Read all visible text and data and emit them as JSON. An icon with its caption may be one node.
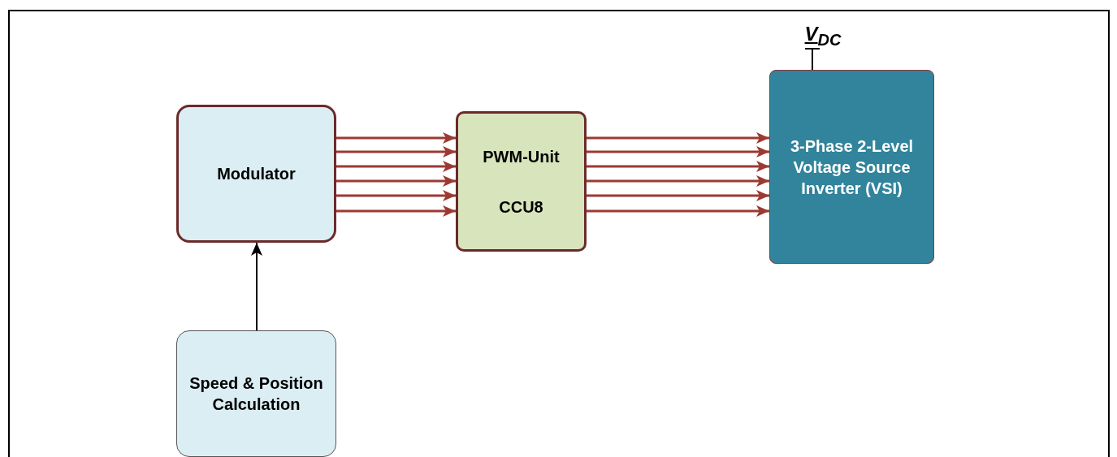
{
  "diagram": {
    "nodes": [
      {
        "text": [
          "Modulator"
        ]
      },
      {
        "text": [
          "PWM-Unit",
          "CCU8"
        ]
      },
      {
        "text": [
          "3-Phase 2-Level Voltage Source Inverter (VSI)"
        ]
      },
      {
        "text": [
          "Speed & Position Calculation"
        ]
      },
      {
        "text": [
          "V$_{DC}$"
        ]
      }
    ],
    "edges": [
      {
        "from": 0,
        "to": 1,
        "arrow": "to"
      },
      {
        "from": 0,
        "to": 1,
        "arrow": "to"
      },
      {
        "from": 0,
        "to": 1,
        "arrow": "to"
      },
      {
        "from": 0,
        "to": 1,
        "arrow": "to"
      },
      {
        "from": 0,
        "to": 1,
        "arrow": "to"
      },
      {
        "from": 0,
        "to": 1,
        "arrow": "to"
      },
      {
        "from": 1,
        "to": 2,
        "arrow": "to"
      },
      {
        "from": 1,
        "to": 2,
        "arrow": "to"
      },
      {
        "from": 1,
        "to": 2,
        "arrow": "to"
      },
      {
        "from": 1,
        "to": 2,
        "arrow": "to"
      },
      {
        "from": 1,
        "to": 2,
        "arrow": "to"
      },
      {
        "from": 1,
        "to": 2,
        "arrow": "to"
      },
      {
        "from": 3,
        "to": 0,
        "arrow": "to",
        "color": "#000000"
      },
      {
        "from": 2,
        "to": 4,
        "arrow": "other",
        "color": "#000000"
      }
    ]
  }
}
